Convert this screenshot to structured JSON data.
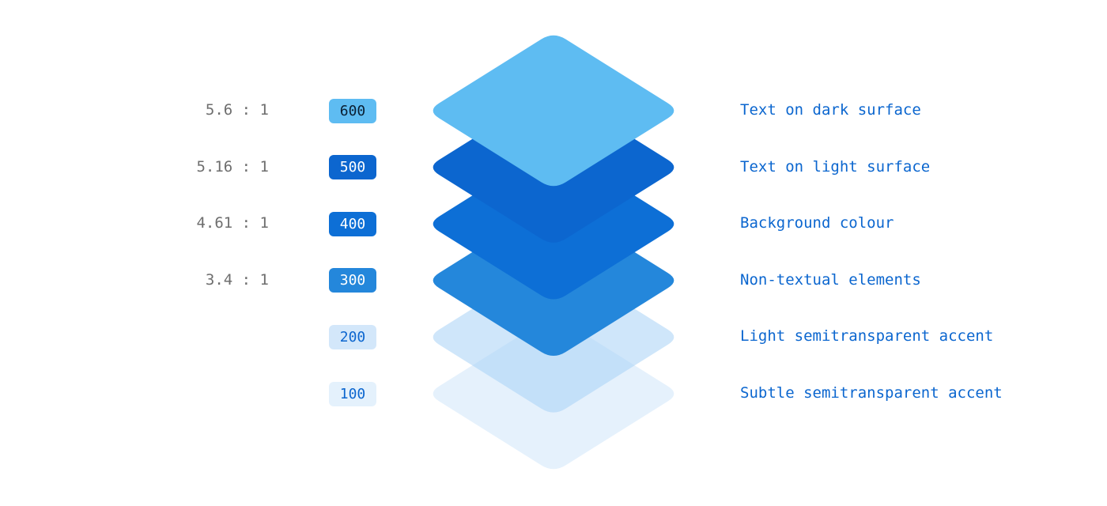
{
  "layers": [
    {
      "level": "600",
      "ratio": "5.6 : 1",
      "description": "Text on dark surface",
      "layer_fill": "#5ebcf2",
      "badge_bg": "#5ebcf2",
      "badge_text": "#0a1f33"
    },
    {
      "level": "500",
      "ratio": "5.16 : 1",
      "description": "Text on light surface",
      "layer_fill": "#0c66cf",
      "badge_bg": "#0c66cf",
      "badge_text": "#ffffff"
    },
    {
      "level": "400",
      "ratio": "4.61 : 1",
      "description": "Background colour",
      "layer_fill": "#0d6fd6",
      "badge_bg": "#0d6fd6",
      "badge_text": "#ffffff"
    },
    {
      "level": "300",
      "ratio": "3.4 : 1",
      "description": "Non-textual elements",
      "layer_fill": "#2487db",
      "badge_bg": "#2487db",
      "badge_text": "#ffffff"
    },
    {
      "level": "200",
      "ratio": "",
      "description": "Light semitransparent accent",
      "layer_fill": "#a8d1f6",
      "layer_opacity": 0.55,
      "badge_bg": "#d3e7fa",
      "badge_text": "#0c66cf"
    },
    {
      "level": "100",
      "ratio": "",
      "description": "Subtle semitransparent accent",
      "layer_fill": "#cfe6fa",
      "layer_opacity": 0.55,
      "badge_bg": "#e4f1fc",
      "badge_text": "#0c66cf"
    }
  ]
}
